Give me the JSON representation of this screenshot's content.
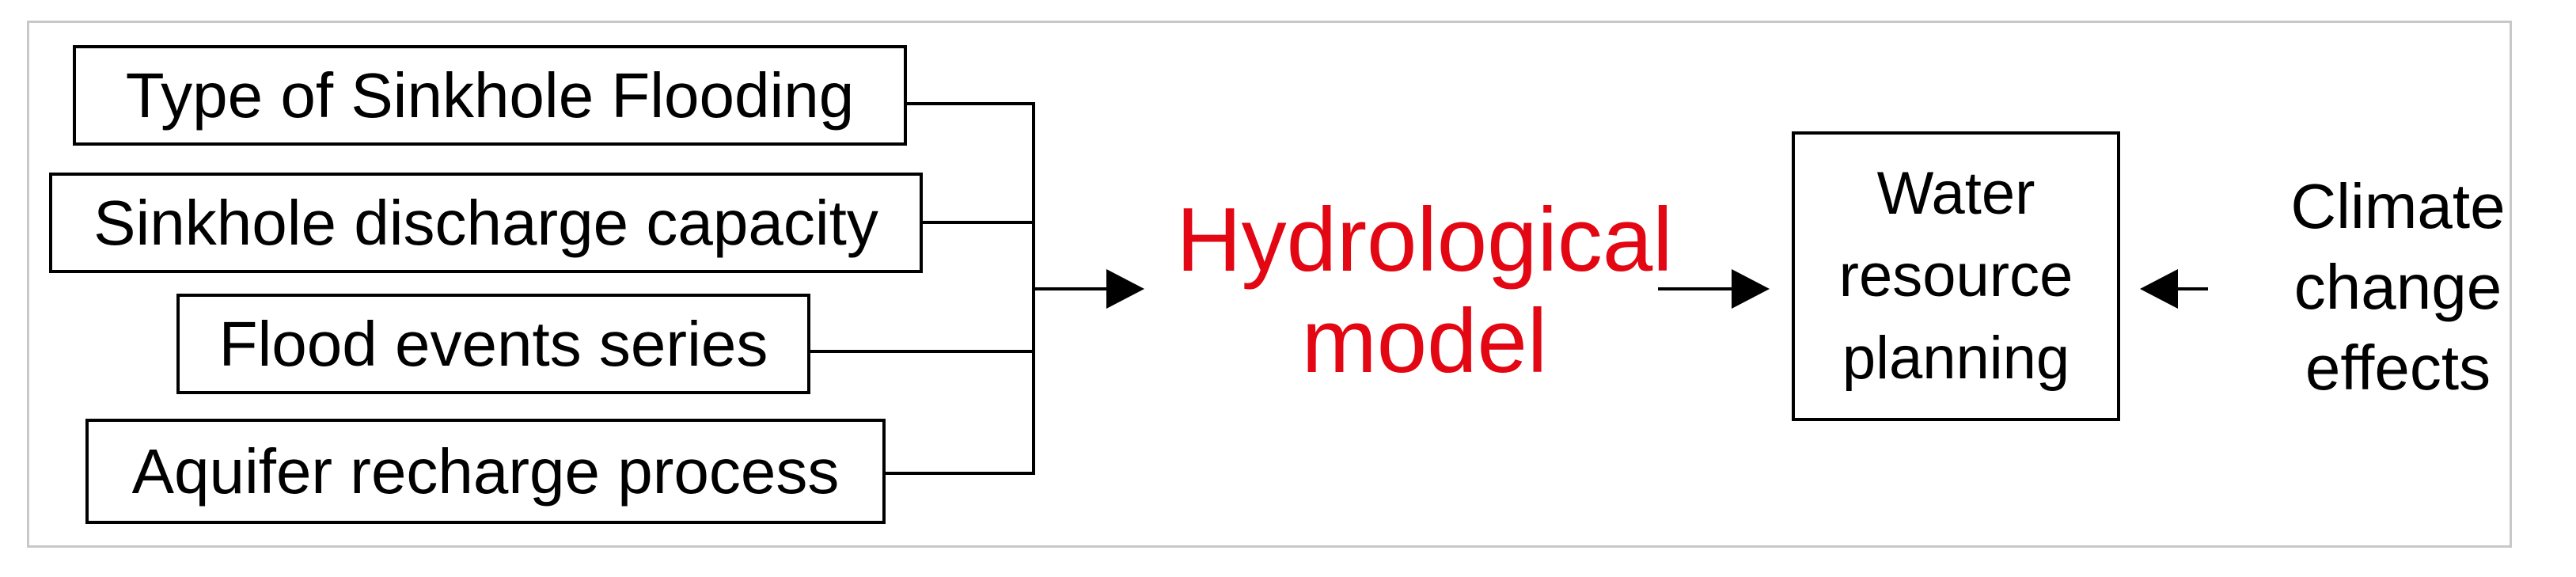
{
  "diagram": {
    "inputs": [
      "Type of Sinkhole Flooding",
      "Sinkhole discharge capacity",
      "Flood events series",
      "Aquifer recharge process"
    ],
    "center": [
      "Hydrological",
      "model"
    ],
    "output": [
      "Water",
      "resource",
      "planning"
    ],
    "external": [
      "Climate",
      "change",
      "effects"
    ],
    "colors": {
      "center_text": "#e30613",
      "lines": "#000000",
      "frame": "#c8c8c8"
    }
  }
}
